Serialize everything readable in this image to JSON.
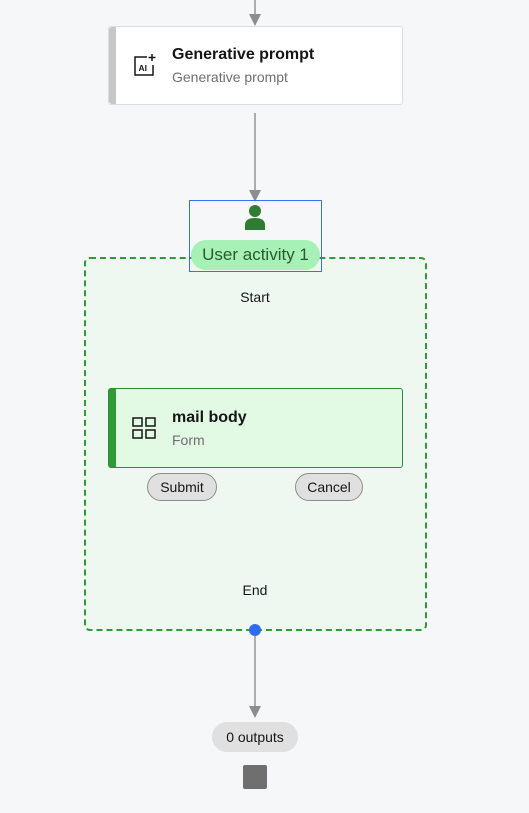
{
  "generative_prompt_node": {
    "title": "Generative prompt",
    "subtitle": "Generative prompt",
    "icon": "ai-sparkle-icon"
  },
  "user_activity": {
    "label": "User activity 1",
    "icon": "user-icon",
    "start_label": "Start",
    "end_label": "End",
    "form_node": {
      "title": "mail body",
      "subtitle": "Form",
      "icon": "form-grid-icon"
    },
    "actions": {
      "submit_label": "Submit",
      "cancel_label": "Cancel"
    }
  },
  "outputs": {
    "label": "0 outputs"
  },
  "colors": {
    "canvas": "#f6f7f9",
    "activity_border": "#2e9a38",
    "activity_fill": "#eef8f0",
    "activity_pill": "#a7f0b6",
    "selection": "#3a6ff0",
    "connector": "#8d8d8d",
    "port": "#2f6bf0"
  }
}
